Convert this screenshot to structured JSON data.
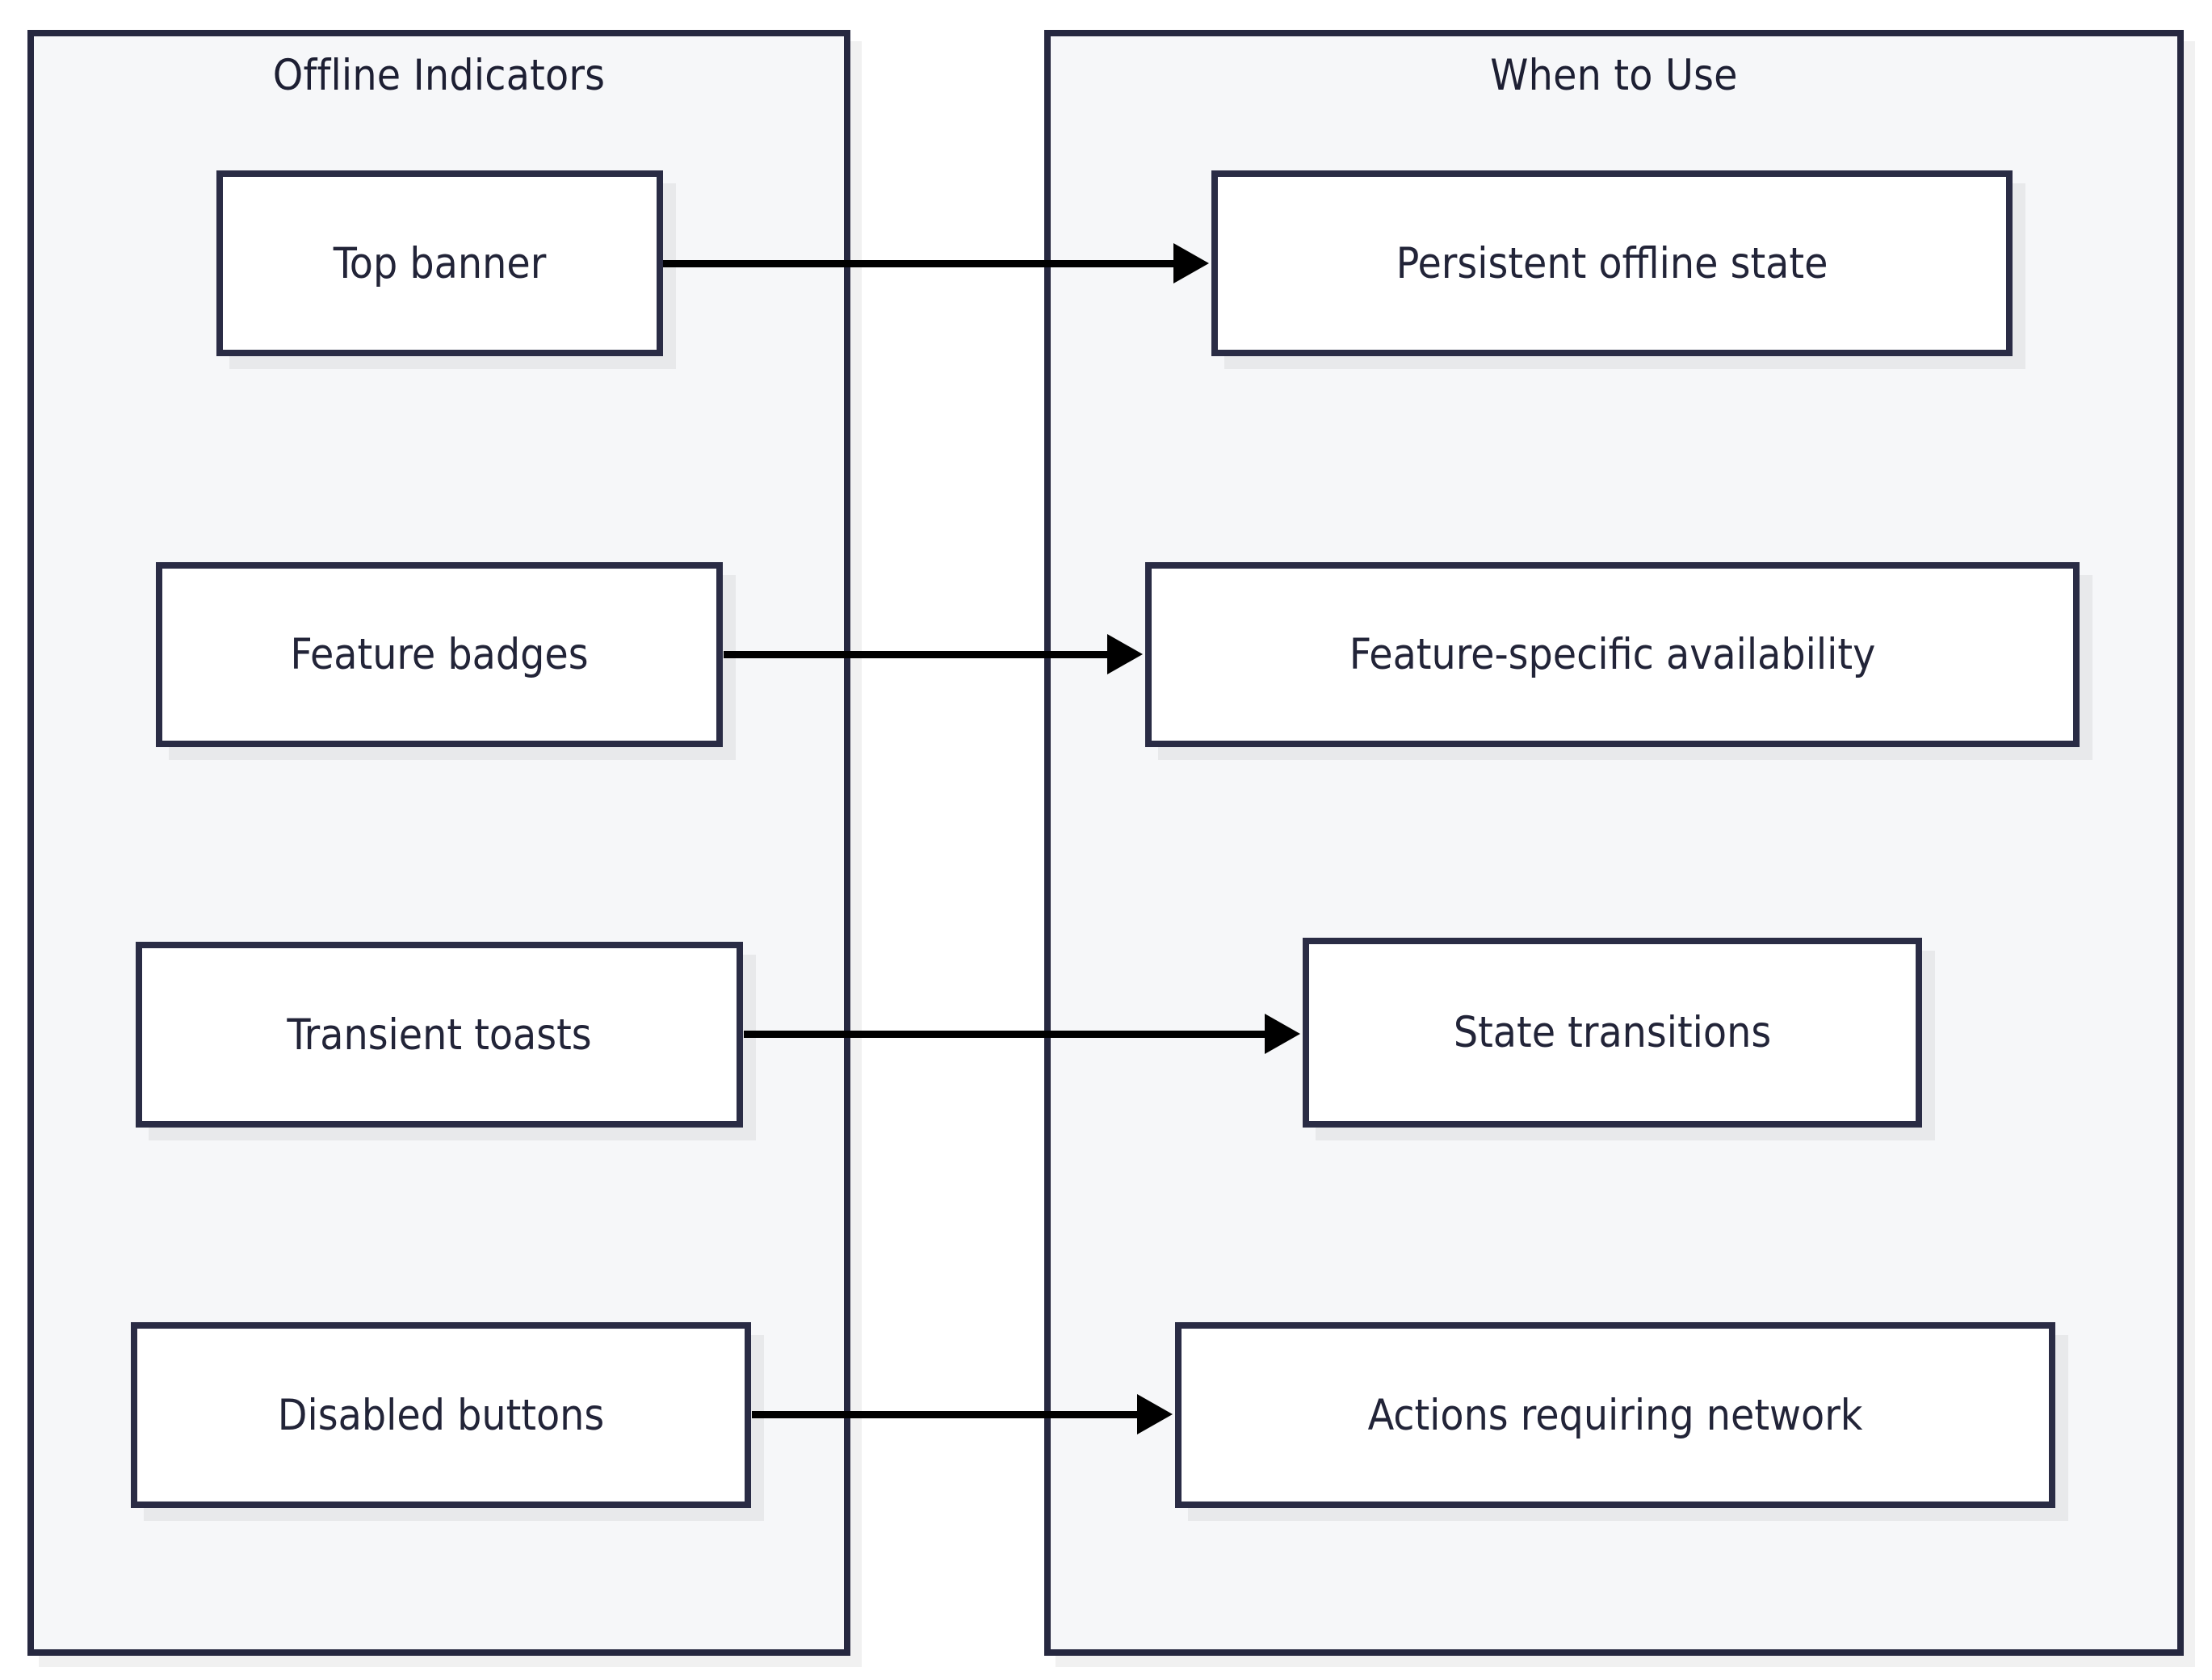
{
  "diagram": {
    "type": "flowchart-lr",
    "background_color": "#ffffff",
    "panel_fill": "#f6f7f9",
    "border_color": "#262840",
    "node_fill": "#ffffff",
    "edge_color": "#000000",
    "panels": [
      {
        "id": "offline-indicators",
        "title": "Offline Indicators",
        "nodes": [
          {
            "id": "top-banner",
            "label": "Top banner"
          },
          {
            "id": "feature-badges",
            "label": "Feature badges"
          },
          {
            "id": "transient-toasts",
            "label": "Transient toasts"
          },
          {
            "id": "disabled-buttons",
            "label": "Disabled buttons"
          }
        ]
      },
      {
        "id": "when-to-use",
        "title": "When to Use",
        "nodes": [
          {
            "id": "persistent-offline-state",
            "label": "Persistent offline state"
          },
          {
            "id": "feature-specific-availability",
            "label": "Feature-specific availability"
          },
          {
            "id": "state-transitions",
            "label": "State transitions"
          },
          {
            "id": "actions-requiring-network",
            "label": "Actions requiring network"
          }
        ]
      }
    ],
    "edges": [
      {
        "id": "edge-1",
        "from": "Top banner",
        "to": "Persistent offline state"
      },
      {
        "id": "edge-2",
        "from": "Feature badges",
        "to": "Feature-specific availability"
      },
      {
        "id": "edge-3",
        "from": "Transient toasts",
        "to": "State transitions"
      },
      {
        "id": "edge-4",
        "from": "Disabled buttons",
        "to": "Actions requiring network"
      }
    ]
  }
}
